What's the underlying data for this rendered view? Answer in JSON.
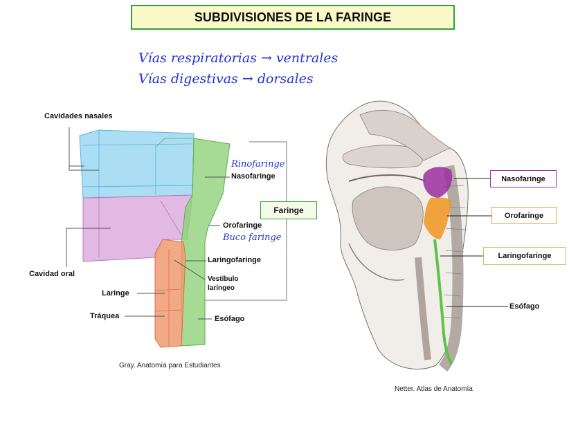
{
  "title": "SUBDIVISIONES DE LA FARINGE",
  "handwritten": {
    "line1": "Vías respiratorias → ventrales",
    "line2": "Vías digestivas → dorsales",
    "rinofaringe": "Rinofaringe",
    "bucofaringe": "Buco faringe"
  },
  "left_figure": {
    "labels": {
      "cavidades_nasales": "Cavidades nasales",
      "nasofaringe": "Nasofaringe",
      "faringe": "Faringe",
      "orofaringe": "Orofaringe",
      "laringofaringe": "Laringofaringe",
      "cavidad_oral": "Cavidad oral",
      "vestibulo_1": "Vestíbulo",
      "vestibulo_2": "laríngeo",
      "laringe": "Laringe",
      "traquea": "Tráquea",
      "esofago": "Esófago"
    },
    "caption": "Gray. Anatomía para Estudiantes"
  },
  "right_figure": {
    "labels": {
      "nasofaringe": "Nasofaringe",
      "orofaringe": "Orofaringe",
      "laringofaringe": "Laringofaringe",
      "esofago": "Esófago"
    },
    "caption": "Netter. Atlas de Anatomía"
  },
  "colors": {
    "title_bg": "#fbf9c8",
    "title_border": "#2ea23a",
    "nasal": "#8fd3f0",
    "oral": "#d9a8dc",
    "pharynx": "#8fd27a",
    "larynx": "#f09a70",
    "handwriting": "#2232d6",
    "naso_box": "#9b2fa0",
    "oro_box": "#f0a04a",
    "laringo_box": "#a8d45a"
  }
}
